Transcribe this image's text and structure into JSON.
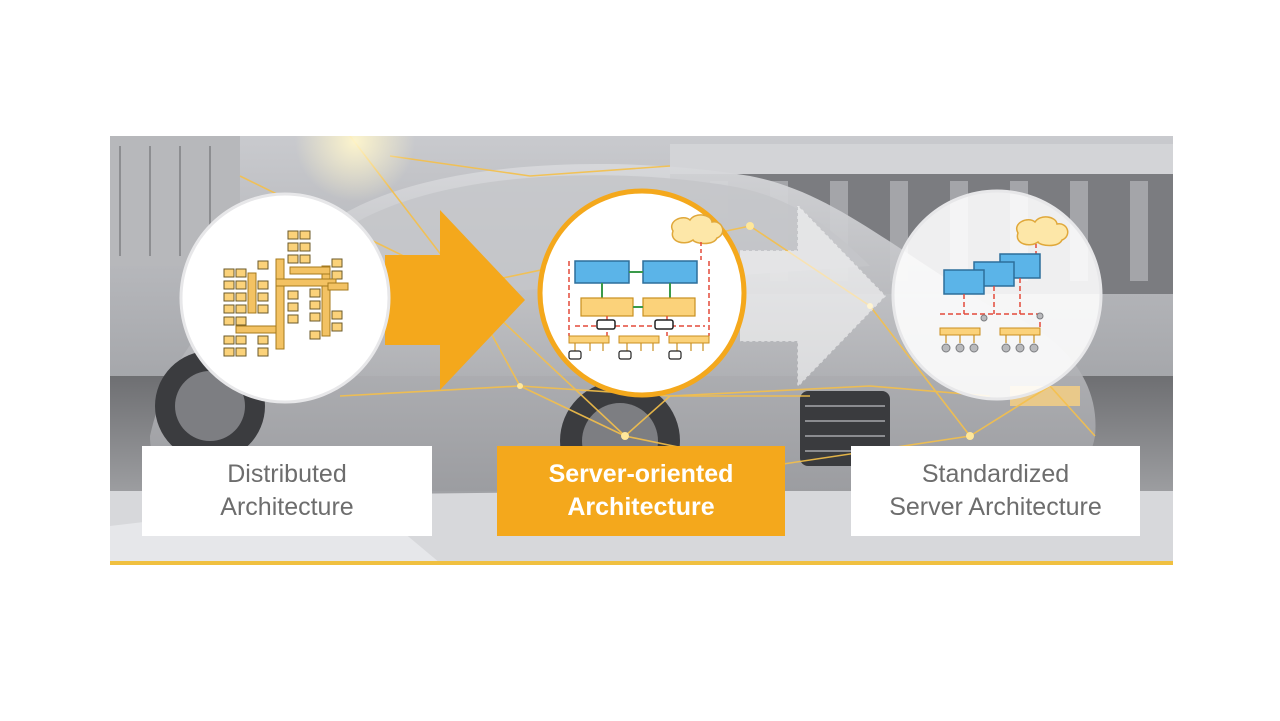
{
  "stages": [
    {
      "id": "distributed",
      "line1": "Distributed",
      "line2": "Architecture",
      "highlighted": false
    },
    {
      "id": "server-oriented",
      "line1": "Server-oriented",
      "line2": "Architecture",
      "highlighted": true
    },
    {
      "id": "standardized",
      "line1": "Standardized",
      "line2": "Server Architecture",
      "highlighted": false
    }
  ],
  "colors": {
    "accent": "#f4a81c",
    "accent_light": "#fbd27a",
    "server_blue": "#5bb4e8",
    "label_text": "#6d6d6d",
    "label_bg": "#ffffff",
    "background_photo": "#8e8f93",
    "bottom_line": "#f0c040"
  },
  "icons": [
    "car-photo-background",
    "distributed-ecu-diagram-icon",
    "server-oriented-diagram-icon",
    "standardized-server-diagram-icon",
    "cloud-icon",
    "arrow-right-icon"
  ]
}
